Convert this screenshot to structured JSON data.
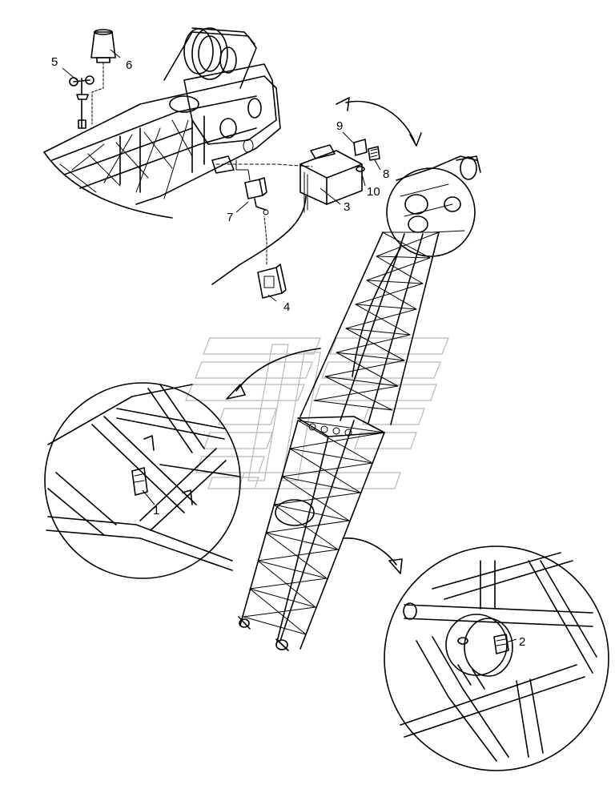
{
  "callouts": {
    "c1": "1",
    "c2": "2",
    "c3": "3",
    "c4": "4",
    "c5": "5",
    "c6": "6",
    "c7": "7",
    "c8": "8",
    "c9": "9",
    "c10": "10"
  },
  "icons": {
    "watermark": "stylized-logo-watermark",
    "rotate_arrow": "curved-double-arrow-icon",
    "detail_arrow": "curved-arrow-icon"
  }
}
